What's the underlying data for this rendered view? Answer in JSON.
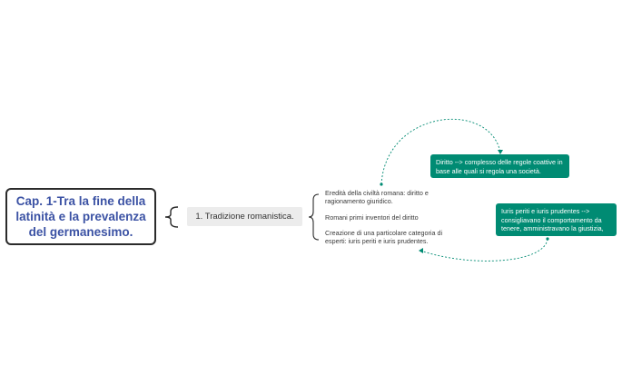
{
  "map": {
    "root": "Cap. 1-Tra la fine della latinità e la prevalenza del germanesimo.",
    "topic": "1. Tradizione romanistica.",
    "leaves": [
      "Eredità della civiltà romana: diritto e ragionamento giuridico.",
      "Romani primi inventori del diritto",
      "Creazione di una particolare categoria di esperti: iuris periti e iuris prudentes."
    ],
    "notes": [
      "Diritto --> complesso delle regole coattive in base alle quali si regola una società.",
      "Iuris periti e iuris prudentes --> consigliavano il comportamento da tenere, amministravano la giustizia,"
    ]
  },
  "colors": {
    "root_text": "#3b52a4",
    "root_border": "#2b2b2b",
    "note_bg": "#008b73",
    "topic_bg": "#ececec",
    "link": "#008b73"
  }
}
